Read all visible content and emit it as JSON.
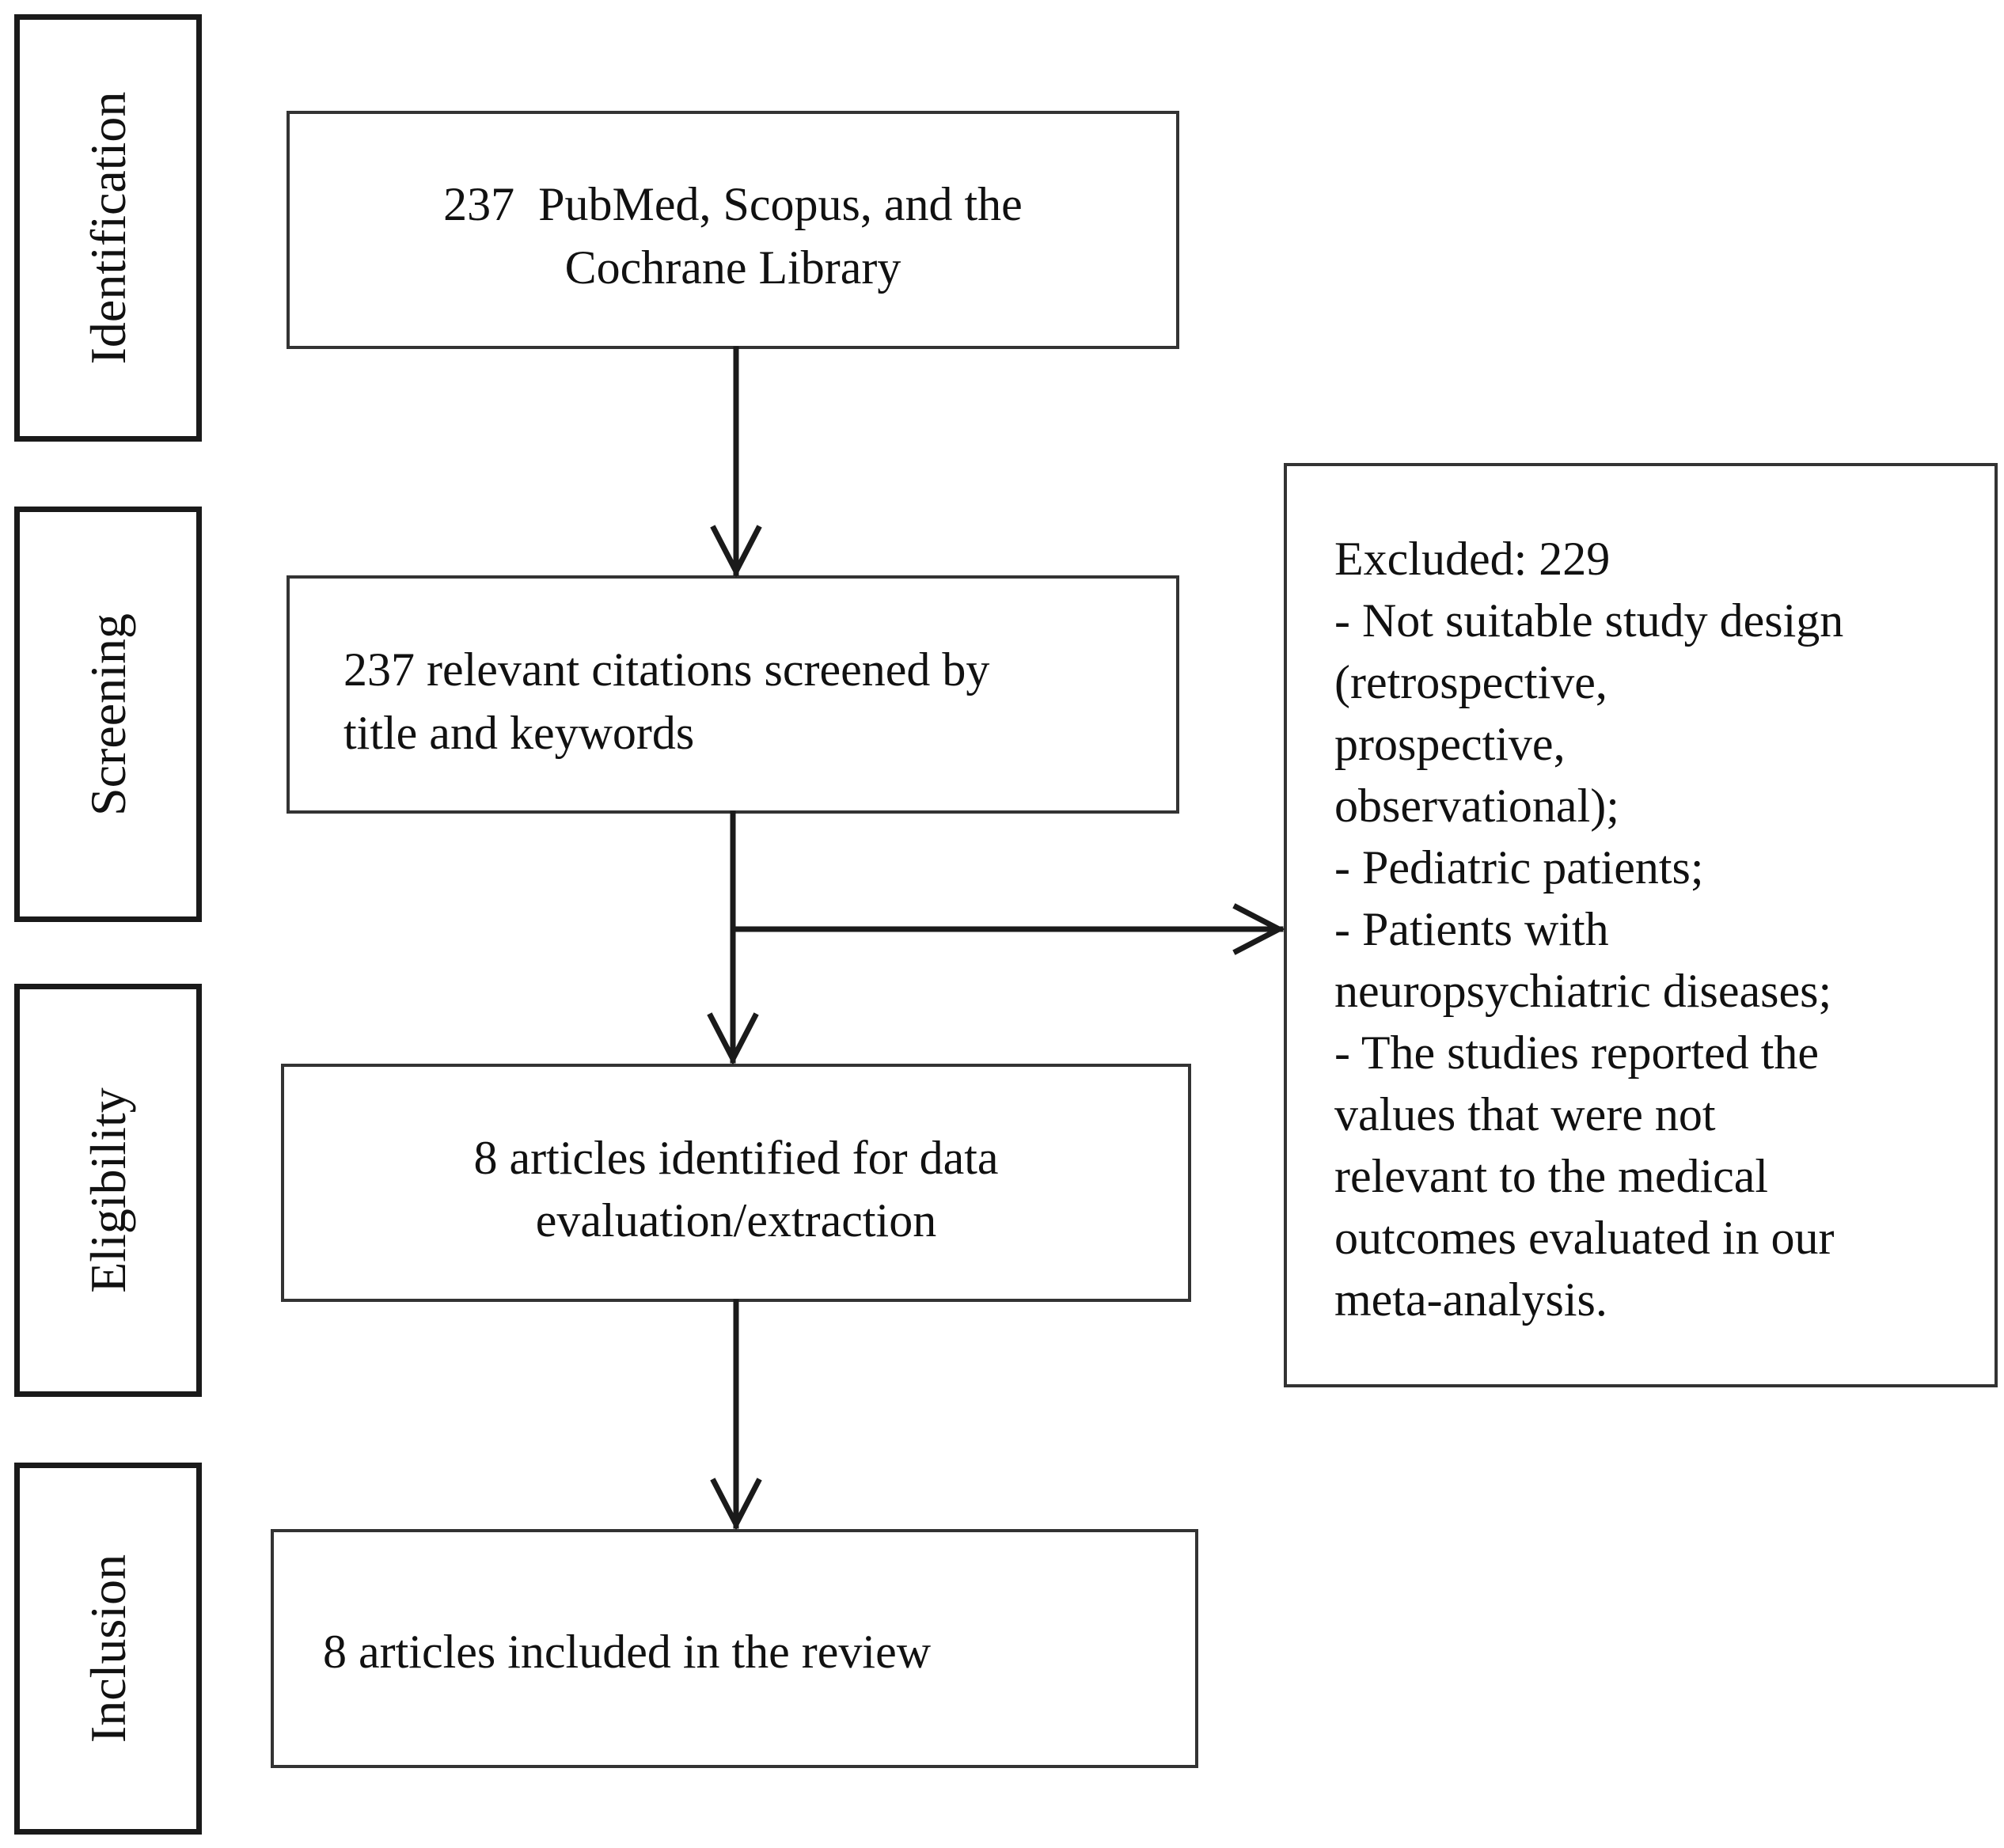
{
  "stages": [
    {
      "id": "identification",
      "label": "Identification"
    },
    {
      "id": "screening",
      "label": "Screening"
    },
    {
      "id": "eligibility",
      "label": "Eligibility"
    },
    {
      "id": "inclusion",
      "label": "Inclusion"
    }
  ],
  "boxes": {
    "identification": {
      "lines": [
        "237  PubMed, Scopus, and the",
        "Cochrane Library"
      ]
    },
    "screening": {
      "lines": [
        "237 relevant citations screened by",
        "title and keywords"
      ]
    },
    "eligibility": {
      "lines": [
        "8 articles identified for data",
        "evaluation/extraction"
      ]
    },
    "inclusion": {
      "lines": [
        "8 articles included in the review"
      ]
    },
    "excluded": {
      "heading": "Excluded: 229",
      "lines": [
        "- Not suitable study design",
        "(retrospective,",
        "prospective,",
        "observational);",
        "- Pediatric patients;",
        "- Patients with",
        "neuropsychiatric diseases;",
        "- The studies reported the",
        "values that were not",
        "relevant to the medical",
        "outcomes evaluated in our",
        "meta-analysis."
      ]
    }
  },
  "colors": {
    "stroke": "#1a1a1a",
    "text": "#111111",
    "background": "#ffffff"
  }
}
